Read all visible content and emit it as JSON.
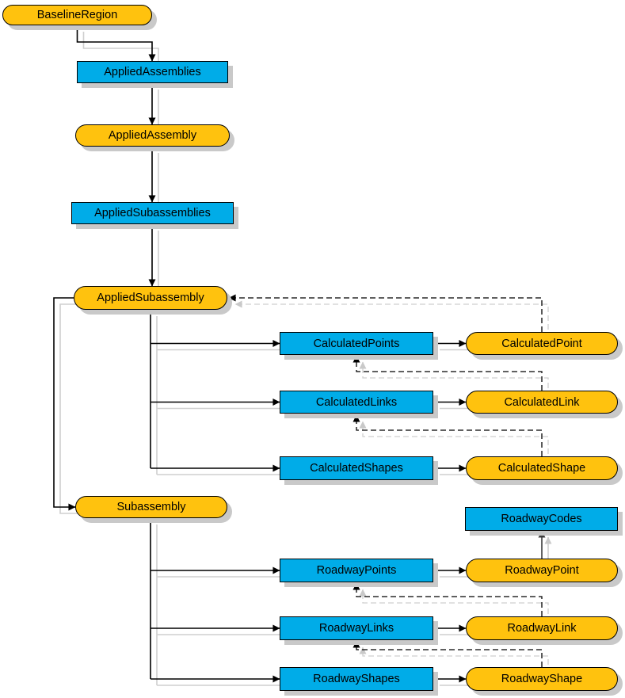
{
  "diagram": {
    "kind": "object-model-hierarchy",
    "colors": {
      "collection_fill": "#00ACE8",
      "object_fill": "#FFC20E",
      "node_border": "#000000",
      "shadow": "#C9C9C9",
      "solid_edge": "#000000",
      "dashed_edge": "#000000",
      "edge_shadow": "#CCCCCC",
      "background": "#FFFFFF"
    }
  },
  "nodes": {
    "baseline_region": {
      "label": "BaselineRegion",
      "type": "object"
    },
    "applied_assemblies": {
      "label": "AppliedAssemblies",
      "type": "collection"
    },
    "applied_assembly": {
      "label": "AppliedAssembly",
      "type": "object"
    },
    "applied_subassemblies": {
      "label": "AppliedSubassemblies",
      "type": "collection"
    },
    "applied_subassembly": {
      "label": "AppliedSubassembly",
      "type": "object"
    },
    "calculated_points": {
      "label": "CalculatedPoints",
      "type": "collection"
    },
    "calculated_point": {
      "label": "CalculatedPoint",
      "type": "object"
    },
    "calculated_links": {
      "label": "CalculatedLinks",
      "type": "collection"
    },
    "calculated_link": {
      "label": "CalculatedLink",
      "type": "object"
    },
    "calculated_shapes": {
      "label": "CalculatedShapes",
      "type": "collection"
    },
    "calculated_shape": {
      "label": "CalculatedShape",
      "type": "object"
    },
    "subassembly": {
      "label": "Subassembly",
      "type": "object"
    },
    "roadway_codes": {
      "label": "RoadwayCodes",
      "type": "collection"
    },
    "roadway_points": {
      "label": "RoadwayPoints",
      "type": "collection"
    },
    "roadway_point": {
      "label": "RoadwayPoint",
      "type": "object"
    },
    "roadway_links": {
      "label": "RoadwayLinks",
      "type": "collection"
    },
    "roadway_link": {
      "label": "RoadwayLink",
      "type": "object"
    },
    "roadway_shapes": {
      "label": "RoadwayShapes",
      "type": "collection"
    },
    "roadway_shape": {
      "label": "RoadwayShape",
      "type": "object"
    }
  },
  "edges": [
    {
      "from": "baseline_region",
      "to": "applied_assemblies",
      "style": "solid"
    },
    {
      "from": "applied_assemblies",
      "to": "applied_assembly",
      "style": "solid"
    },
    {
      "from": "applied_assembly",
      "to": "applied_subassemblies",
      "style": "solid"
    },
    {
      "from": "applied_subassemblies",
      "to": "applied_subassembly",
      "style": "solid"
    },
    {
      "from": "applied_subassembly",
      "to": "subassembly",
      "style": "solid"
    },
    {
      "from": "applied_subassembly",
      "to": "calculated_points",
      "style": "solid"
    },
    {
      "from": "applied_subassembly",
      "to": "calculated_links",
      "style": "solid"
    },
    {
      "from": "applied_subassembly",
      "to": "calculated_shapes",
      "style": "solid"
    },
    {
      "from": "calculated_points",
      "to": "calculated_point",
      "style": "solid"
    },
    {
      "from": "calculated_links",
      "to": "calculated_link",
      "style": "solid"
    },
    {
      "from": "calculated_shapes",
      "to": "calculated_shape",
      "style": "solid"
    },
    {
      "from": "calculated_point",
      "to": "applied_subassembly",
      "style": "dashed"
    },
    {
      "from": "calculated_link",
      "to": "calculated_points",
      "style": "dashed"
    },
    {
      "from": "calculated_shape",
      "to": "calculated_links",
      "style": "dashed"
    },
    {
      "from": "subassembly",
      "to": "roadway_points",
      "style": "solid"
    },
    {
      "from": "subassembly",
      "to": "roadway_links",
      "style": "solid"
    },
    {
      "from": "subassembly",
      "to": "roadway_shapes",
      "style": "solid"
    },
    {
      "from": "roadway_points",
      "to": "roadway_point",
      "style": "solid"
    },
    {
      "from": "roadway_links",
      "to": "roadway_link",
      "style": "solid"
    },
    {
      "from": "roadway_shapes",
      "to": "roadway_shape",
      "style": "solid"
    },
    {
      "from": "roadway_point",
      "to": "roadway_codes",
      "style": "solid"
    },
    {
      "from": "roadway_link",
      "to": "roadway_points",
      "style": "dashed"
    },
    {
      "from": "roadway_shape",
      "to": "roadway_links",
      "style": "dashed"
    }
  ]
}
